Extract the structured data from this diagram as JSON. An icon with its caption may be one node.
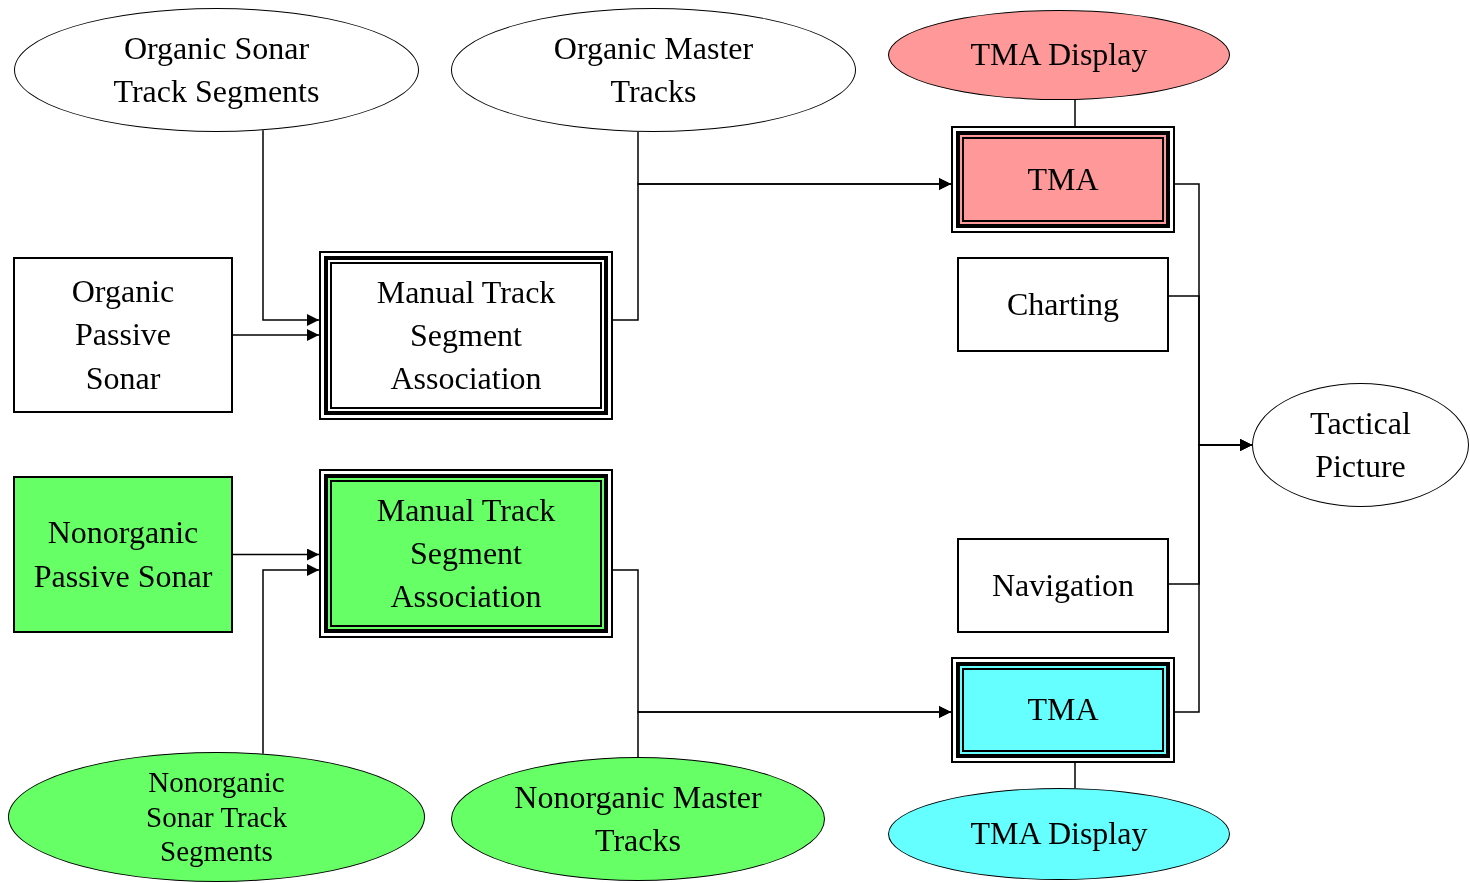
{
  "diagram": {
    "nodes": [
      {
        "text": [
          "Organic Sonar Track Segments"
        ]
      },
      {
        "text": [
          "Organic Master Tracks"
        ]
      },
      {
        "text": [
          "TMA Display"
        ]
      },
      {
        "text": [
          "TMA"
        ]
      },
      {
        "text": [
          "Organic Passive Sonar"
        ]
      },
      {
        "text": [
          "Manual Track Segment Association"
        ]
      },
      {
        "text": [
          "Charting"
        ]
      },
      {
        "text": [
          "Tactical Picture"
        ]
      },
      {
        "text": [
          "Nonorganic Passive Sonar"
        ]
      },
      {
        "text": [
          "Manual Track Segment Association"
        ]
      },
      {
        "text": [
          "Navigation"
        ]
      },
      {
        "text": [
          "TMA"
        ]
      },
      {
        "text": [
          "Nonorganic Sonar Track Segments"
        ]
      },
      {
        "text": [
          "Nonorganic Master Tracks"
        ]
      },
      {
        "text": [
          "TMA Display"
        ]
      }
    ],
    "edges": [
      {
        "from": 0,
        "to": 5,
        "arrow": "to"
      },
      {
        "from": 4,
        "to": 5,
        "arrow": "to"
      },
      {
        "from": 5,
        "to": 3,
        "arrow": "to"
      },
      {
        "from": 1,
        "to": 3,
        "arrow": "to"
      },
      {
        "from": 2,
        "to": 3,
        "arrow": "none"
      },
      {
        "from": 3,
        "to": 7,
        "arrow": "to"
      },
      {
        "from": 6,
        "to": 7,
        "arrow": "to"
      },
      {
        "from": 10,
        "to": 7,
        "arrow": "to"
      },
      {
        "from": 11,
        "to": 7,
        "arrow": "to"
      },
      {
        "from": 8,
        "to": 9,
        "arrow": "to"
      },
      {
        "from": 12,
        "to": 9,
        "arrow": "to"
      },
      {
        "from": 9,
        "to": 11,
        "arrow": "to"
      },
      {
        "from": 13,
        "to": 11,
        "arrow": "to"
      },
      {
        "from": 14,
        "to": 11,
        "arrow": "none"
      }
    ]
  }
}
